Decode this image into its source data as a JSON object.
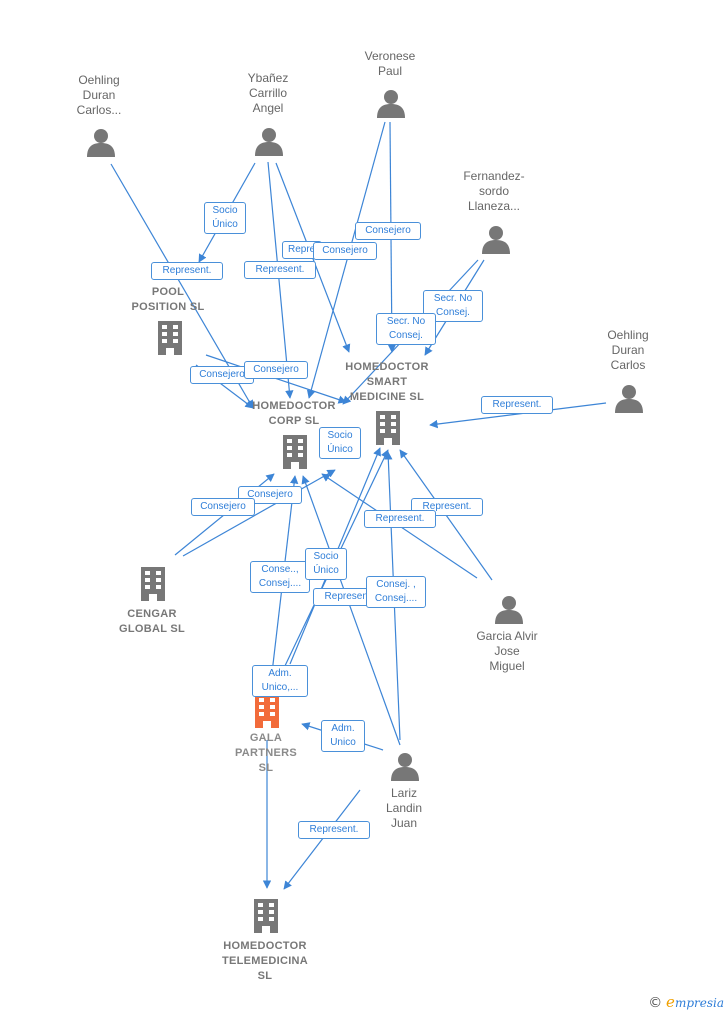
{
  "colors": {
    "edge": "#3d85d6",
    "person": "#777777",
    "company": "#777777",
    "focus": "#f26b3a"
  },
  "nodes": [
    {
      "id": "oehling1",
      "type": "person-icon",
      "label": "Oehling\nDuran\nCarlos..."
    },
    {
      "id": "ybanez",
      "type": "person-icon",
      "label": "Ybañez\nCarrillo\nAngel"
    },
    {
      "id": "veronese",
      "type": "person-icon",
      "label": "Veronese\nPaul"
    },
    {
      "id": "fernandez",
      "type": "person-icon",
      "label": "Fernandez-\nsordo\nLlaneza..."
    },
    {
      "id": "oehling2",
      "type": "person-icon",
      "label": "Oehling\nDuran\nCarlos"
    },
    {
      "id": "pool",
      "type": "building-icon",
      "label": "POOL\nPOSITION SL"
    },
    {
      "id": "smart",
      "type": "building-icon",
      "label": "HOMEDOCTOR\nSMART\nMEDICINE SL"
    },
    {
      "id": "corp",
      "type": "building-icon",
      "label": "HOMEDOCTOR\nCORP SL"
    },
    {
      "id": "cengar",
      "type": "building-icon",
      "label": "CENGAR\nGLOBAL SL"
    },
    {
      "id": "garcia",
      "type": "person-icon",
      "label": "Garcia Alvir\nJose\nMiguel"
    },
    {
      "id": "gala",
      "type": "building-icon",
      "label": "GALA\nPARTNERS\nSL",
      "focus": true
    },
    {
      "id": "lariz",
      "type": "person-icon",
      "label": "Lariz\nLandin\nJuan"
    },
    {
      "id": "tele",
      "type": "building-icon",
      "label": "HOMEDOCTOR\nTELEMEDICINA\nSL"
    }
  ],
  "edge_labels": [
    {
      "id": "e1",
      "text": "Socio\nÚnico"
    },
    {
      "id": "e2",
      "text": "Represent."
    },
    {
      "id": "e3",
      "text": "Represent."
    },
    {
      "id": "e4",
      "text": "Repre"
    },
    {
      "id": "e5",
      "text": "Consejero"
    },
    {
      "id": "e6",
      "text": "Consejero"
    },
    {
      "id": "e7",
      "text": "Secr. No\nConsej."
    },
    {
      "id": "e8",
      "text": "Secr. No\nConsej."
    },
    {
      "id": "e9",
      "text": "Consejero"
    },
    {
      "id": "e10",
      "text": "Consejero"
    },
    {
      "id": "e11",
      "text": "Represent."
    },
    {
      "id": "e12",
      "text": "Socio\nÚnico"
    },
    {
      "id": "e13",
      "text": "Consejero"
    },
    {
      "id": "e14",
      "text": "Consejero"
    },
    {
      "id": "e15",
      "text": "Represent."
    },
    {
      "id": "e16",
      "text": "Represent."
    },
    {
      "id": "e17",
      "text": "Conse..,\nConsej...."
    },
    {
      "id": "e18",
      "text": "Socio\nÚnico"
    },
    {
      "id": "e19",
      "text": "Represent."
    },
    {
      "id": "e20",
      "text": "Consej. ,\nConsej...."
    },
    {
      "id": "e21",
      "text": "Adm.\nUnico,..."
    },
    {
      "id": "e22",
      "text": "Adm.\nUnico"
    },
    {
      "id": "e23",
      "text": "Represent."
    }
  ],
  "watermark": {
    "copyright": "©",
    "brand_initial": "e",
    "brand_rest": "mpresia"
  }
}
